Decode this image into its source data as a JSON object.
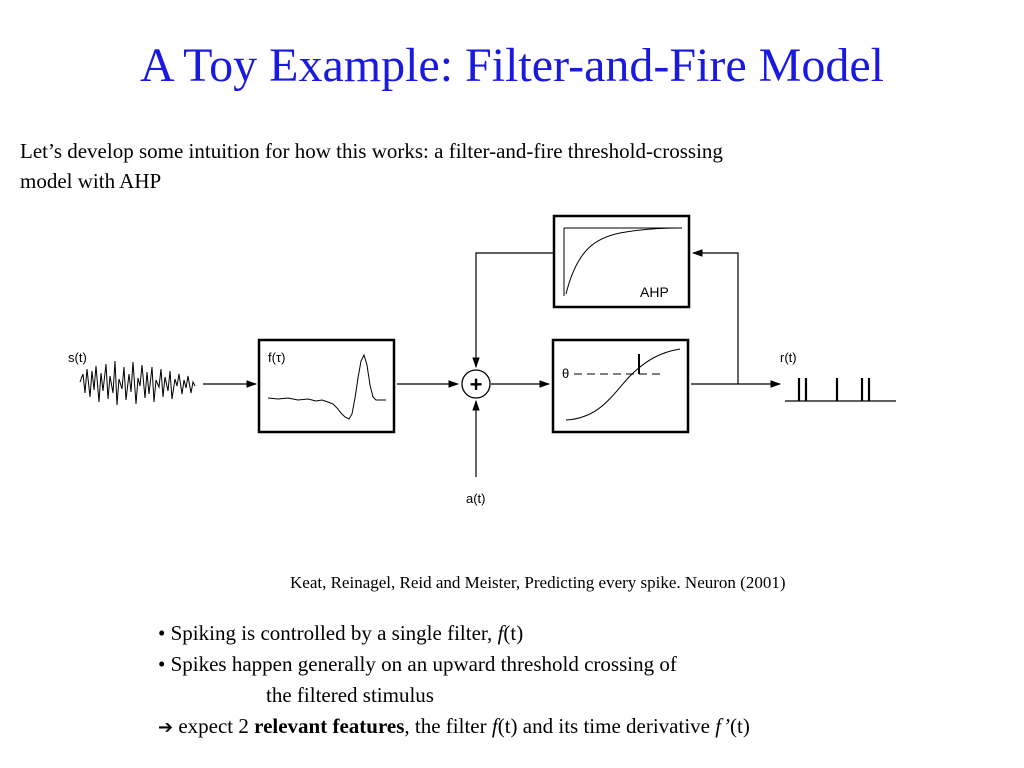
{
  "title": "A Toy Example: Filter-and-Fire Model",
  "intro": {
    "line1": "Let’s develop some intuition for how this works: a filter-and-fire threshold-crossing",
    "line2": "model with AHP"
  },
  "diagram": {
    "input_label": "s(t)",
    "filter_label": "f(τ)",
    "ahp_label": "AHP",
    "threshold_symbol": "θ",
    "sum_symbol": "+",
    "extra_input_label": "a(t)",
    "output_label": "r(t)"
  },
  "citation": "Keat, Reinagel, Reid and Meister, Predicting every spike. Neuron (2001)",
  "bullets": {
    "b1_prefix": "• Spiking is controlled by a single filter, ",
    "b1_f": "f",
    "b1_suffix": "(t)",
    "b2_line1": "• Spikes happen generally on an upward threshold crossing of",
    "b2_line2": "the filtered stimulus",
    "b3_arrow": "➔",
    "b3_text1": " expect 2 ",
    "b3_bold": "relevant features",
    "b3_text2": ", the filter ",
    "b3_f1": "f",
    "b3_text3": "(t) and its time derivative ",
    "b3_f2": "f’",
    "b3_text4": "(t)"
  }
}
